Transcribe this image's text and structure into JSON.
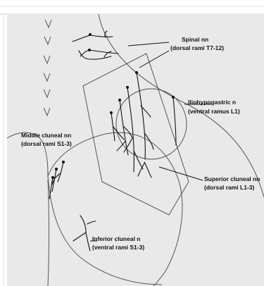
{
  "colors": {
    "background": "#ffffff",
    "skin": "#e9e9e9",
    "outline": "#555555",
    "ink": "#111111",
    "frame": "#e0e0e0"
  },
  "labels": {
    "spinal": {
      "line1": "Spinal nn",
      "line2": "(dorsal rami T7-12)"
    },
    "iliohypogastric": {
      "line1": "Iliohypogastric n",
      "line2": "(ventral ramus L1)"
    },
    "middle_cluneal": {
      "line1": "Middle cluneal nn",
      "line2": "(dorsal rami S1-3)"
    },
    "superior_cluneal": {
      "line1": "Superior cluneal nn",
      "line2": "(dorsal rami L1-3)"
    },
    "inferior_cluneal": {
      "line1": "Inferior cluneal n",
      "line2": "(ventral rami S1-3)"
    }
  }
}
